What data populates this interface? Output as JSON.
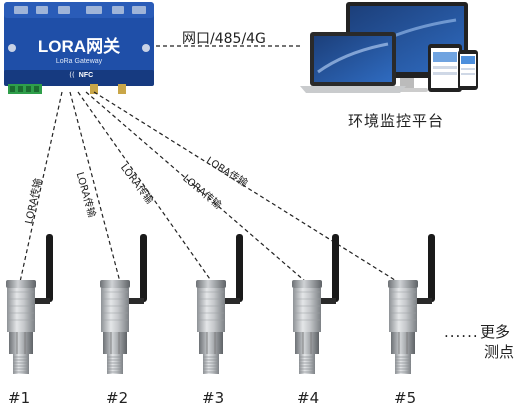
{
  "gateway": {
    "title": "LORA网关",
    "subtitle": "LoRa Gateway",
    "nfc": "NFC"
  },
  "connection_label": "网口/485/4G",
  "platform_label": "环境监控平台",
  "link_labels": [
    "LORA传输",
    "LORA传输",
    "LORA传输",
    "LORA传输",
    "LORA传输"
  ],
  "nodes": [
    "#1",
    "#2",
    "#3",
    "#4",
    "#5"
  ],
  "more_points": {
    "dots": "......",
    "line1": "更多",
    "line2": "测点"
  },
  "colors": {
    "gateway_body": "#1f4fa8",
    "gateway_dark": "#163a80",
    "sensor_metal": "#b9bcbf",
    "antenna": "#1a1a1a",
    "dashed_line": "#222222"
  }
}
